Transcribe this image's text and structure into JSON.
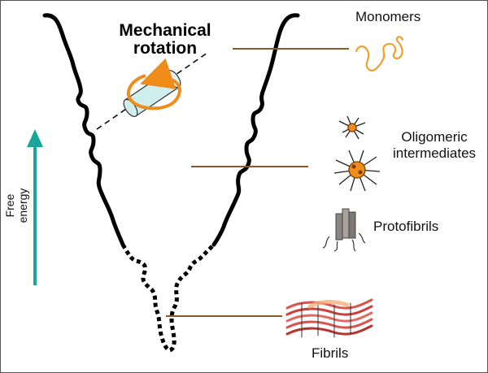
{
  "title": {
    "line1": "Mechanical",
    "line2": "rotation"
  },
  "axis_label": "Free energy",
  "species": {
    "monomers": "Monomers",
    "oligomeric_line1": "Oligomeric",
    "oligomeric_line2": "intermediates",
    "protofibrils": "Protofibrils",
    "fibrils": "Fibrils"
  },
  "colors": {
    "arrow": "#1aa59b",
    "level_line": "#8b5a2b",
    "monomer": "#f0a030",
    "cylinder": "#cfeeee",
    "rotation_arrow": "#f08c1a",
    "fibril_red": "#d9534f",
    "curve": "#000000"
  }
}
